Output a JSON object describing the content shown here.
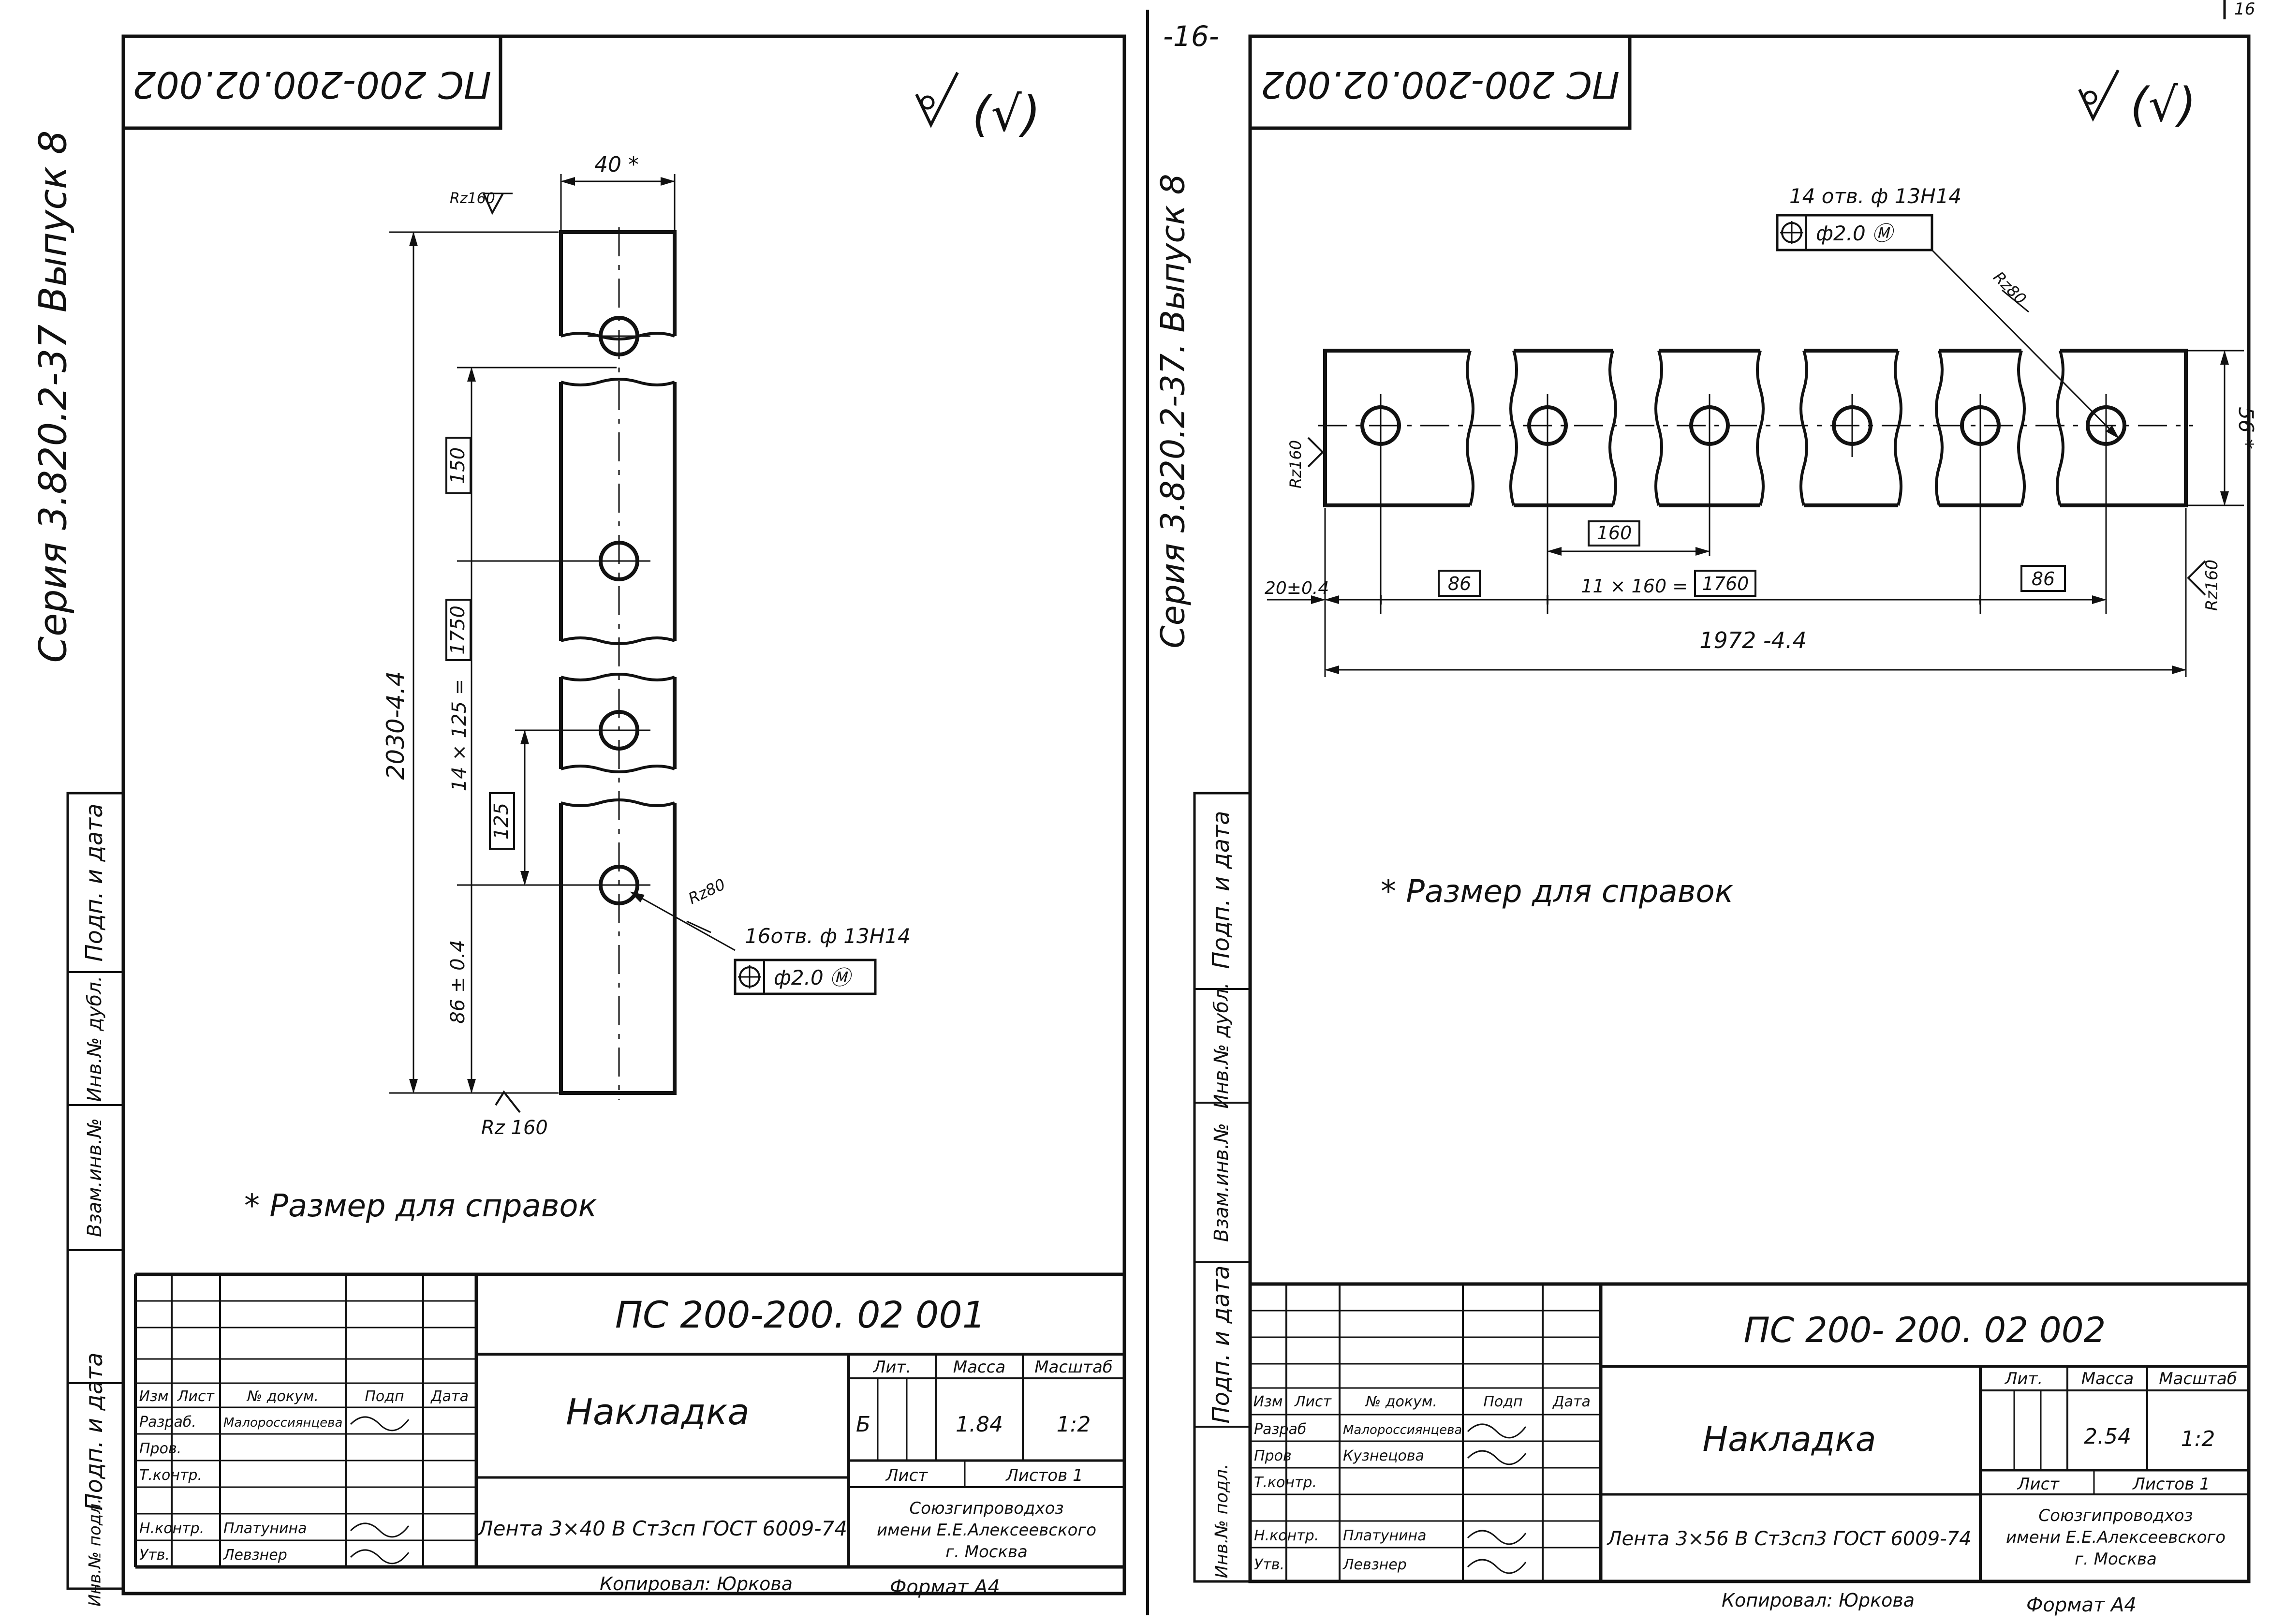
{
  "page_number": "16",
  "right_page_mark": "-16-",
  "left": {
    "stamp_code": "ПС 200-200.02.002",
    "surface_mark": "(√)",
    "side_series": "Серия 3.820.2-37 Выпуск 8",
    "dim_width": "40 *",
    "rz_top": "Rz160",
    "rz_bottom": "Rz 160",
    "rz_hole": "Rz80",
    "dim_total": "2030-4.4",
    "dim_pitch_box": "150",
    "dim_chain_prefix": "14 × 125 =",
    "dim_chain_box": "1750",
    "dim_pitch2_box": "125",
    "dim_end": "86 ± 0.4",
    "holes_note": "16отв. ф 13Н14",
    "position_tol": "ф2.0 Ⓜ",
    "reference_note": "* Размер для справок",
    "tb": {
      "designation": "ПС 200-200. 02 001",
      "name": "Накладка",
      "material": "Лента 3×40 В Ст3сп ГОСТ 6009-74",
      "lit_label": "Лит.",
      "mass_label": "Масса",
      "scale_label": "Масштаб",
      "lit_value": "Б",
      "mass": "1.84",
      "scale": "1:2",
      "sheet_label": "Лист",
      "sheets_label": "Листов 1",
      "org": [
        "Союзгипроводхоз",
        "имени Е.Е.Алексеевского",
        "г. Москва"
      ],
      "hdr": [
        "Изм",
        "Лист",
        "№ докум.",
        "Подп",
        "Дата"
      ],
      "roles": [
        "Разраб.",
        "Пров.",
        "Т.контр.",
        "",
        "Н.контр.",
        "Утв."
      ],
      "names": [
        "Малороссиянцева",
        "",
        "",
        "",
        "Платунина",
        "Левзнер"
      ],
      "copied": "Копировал: Юркова",
      "format": "Формат А4"
    },
    "margin": [
      "Инв.№ подл.",
      "Подп. и дата",
      "Взам.инв.№",
      "Инв.№ дубл.",
      "Подп. и дата"
    ]
  },
  "right": {
    "stamp_code": "ПС 200-200.02.002",
    "surface_mark": "(√)",
    "side_series": "Серия 3.820.2-37. Выпуск 8",
    "holes_note": "14 отв. ф 13Н14",
    "position_tol": "ф2.0 Ⓜ",
    "rz_hole": "Rz80",
    "rz_left": "Rz160",
    "rz_right": "Rz160",
    "dim_height": "56 *",
    "dim_pitch_box": "160",
    "dim_start": "20±0.4",
    "dim_end_box_left": "86",
    "dim_chain_prefix": "11 × 160 =",
    "dim_chain_box": "1760",
    "dim_end_box_right": "86",
    "dim_total": "1972 -4.4",
    "reference_note": "* Размер для справок",
    "tb": {
      "designation": "ПС 200- 200. 02 002",
      "name": "Накладка",
      "material": "Лента 3×56 В Ст3сп3 ГОСТ 6009-74",
      "lit_label": "Лит.",
      "mass_label": "Масса",
      "scale_label": "Масштаб",
      "mass": "2.54",
      "scale": "1:2",
      "sheet_label": "Лист",
      "sheets_label": "Листов 1",
      "org": [
        "Союзгипроводхоз",
        "имени Е.Е.Алексеевского",
        "г. Москва"
      ],
      "hdr": [
        "Изм",
        "Лист",
        "№ докум.",
        "Подп",
        "Дата"
      ],
      "roles": [
        "Разраб",
        "Пров",
        "Т.контр.",
        "",
        "Н.контр.",
        "Утв."
      ],
      "names": [
        "Малороссиянцева",
        "Кузнецова",
        "",
        "",
        "Платунина",
        "Левзнер"
      ],
      "copied": "Копировал: Юркова",
      "format": "Формат А4"
    },
    "margin": [
      "Инв.№ подл.",
      "Подп. и дата",
      "Взам.инв.№",
      "Инв.№ дубл.",
      "Подп. и дата"
    ]
  }
}
